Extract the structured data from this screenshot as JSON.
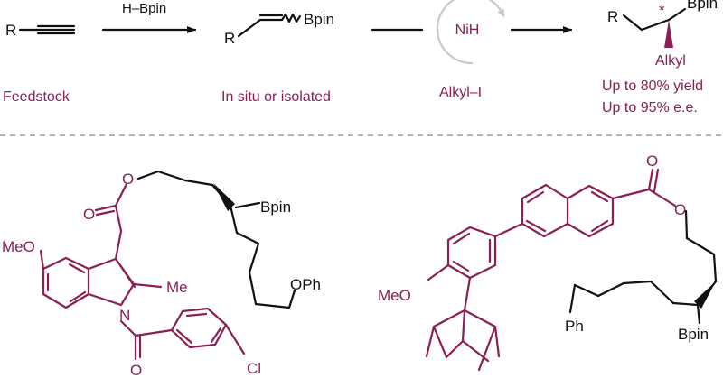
{
  "colors": {
    "accent": "#8a1f55",
    "ink": "#111111",
    "divider": "#9a9a9a",
    "cycle": "#c9c9c9"
  },
  "scheme": {
    "reagent_alkyne": "R",
    "reagent_hbpin": "H–Bpin",
    "intermediate_r": "R",
    "intermediate_bpin": "Bpin",
    "catalyst": "NiH",
    "product_r": "R",
    "product_star": "*",
    "product_bpin": "Bpin",
    "product_alkyl": "Alkyl",
    "caption_feedstock": "Feedstock",
    "caption_insitu": "In situ or isolated",
    "caption_alkyl_i": "Alkyl–I",
    "caption_yield": "Up to 80% yield",
    "caption_ee": "Up to 95% e.e."
  },
  "example_left": {
    "o_ester": "O",
    "o_carbonyl": "O",
    "bpin": "Bpin",
    "meo": "MeO",
    "me": "Me",
    "n": "N",
    "oph": "OPh",
    "o_amide": "O",
    "cl": "Cl"
  },
  "example_right": {
    "o_carbonyl": "O",
    "o_ester": "O",
    "meo": "MeO",
    "ph": "Ph",
    "bpin": "Bpin"
  }
}
